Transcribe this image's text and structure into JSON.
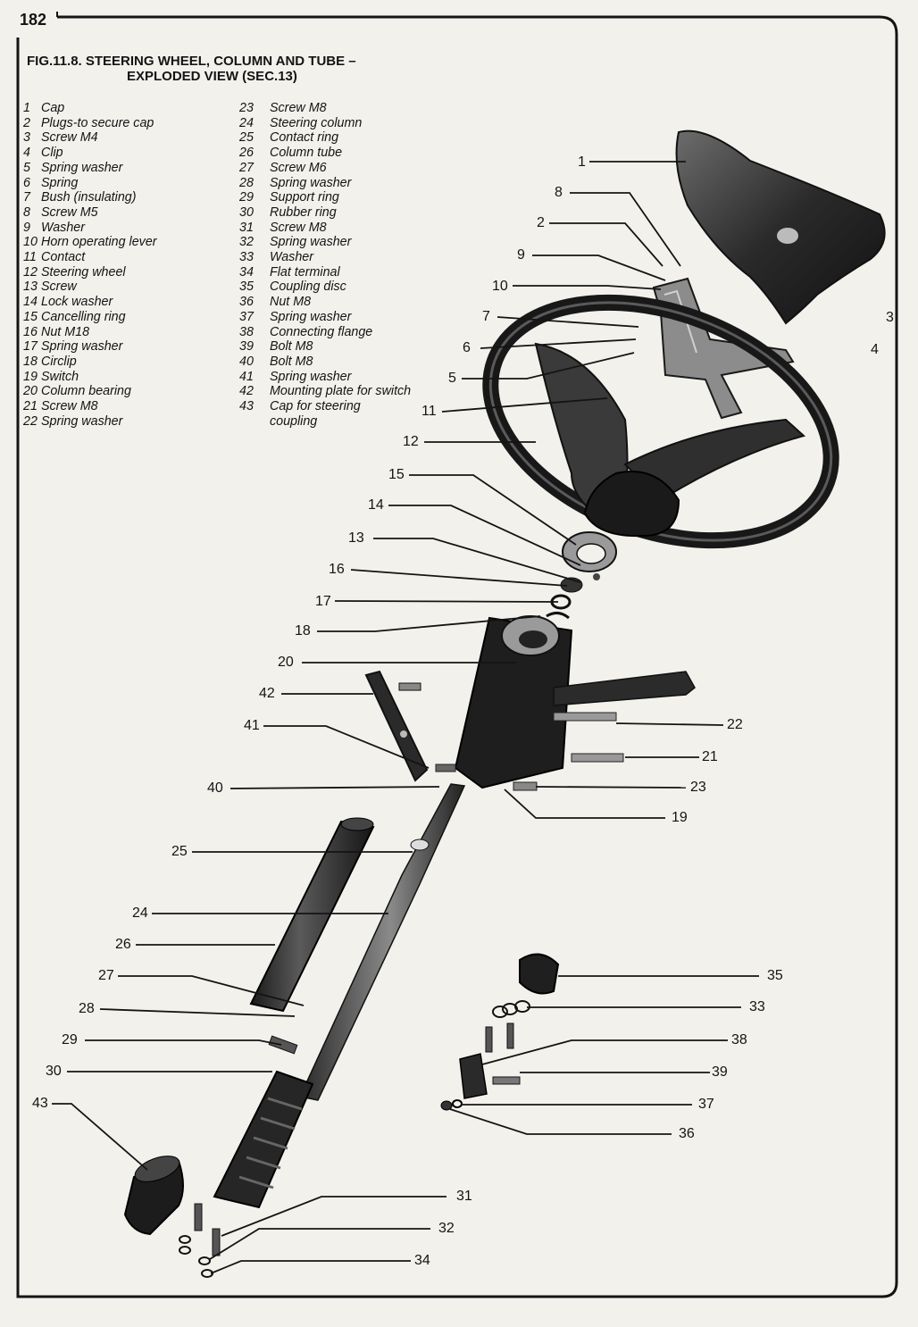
{
  "page_number": "182",
  "figure": {
    "title_line1": "FIG.11.8.  STEERING WHEEL, COLUMN AND TUBE –",
    "title_line2": "EXPLODED VIEW (SEC.13)"
  },
  "legend_left": [
    {
      "num": "1",
      "label": "Cap"
    },
    {
      "num": "2",
      "label": "Plugs-to secure cap"
    },
    {
      "num": "3",
      "label": "Screw M4"
    },
    {
      "num": "4",
      "label": "Clip"
    },
    {
      "num": "5",
      "label": "Spring washer"
    },
    {
      "num": "6",
      "label": "Spring"
    },
    {
      "num": "7",
      "label": "Bush (insulating)"
    },
    {
      "num": "8",
      "label": "Screw M5"
    },
    {
      "num": "9",
      "label": "Washer"
    },
    {
      "num": "10",
      "label": "Horn operating lever"
    },
    {
      "num": "11",
      "label": "Contact"
    },
    {
      "num": "12",
      "label": "Steering wheel"
    },
    {
      "num": "13",
      "label": "Screw"
    },
    {
      "num": "14",
      "label": "Lock washer"
    },
    {
      "num": "15",
      "label": "Cancelling ring"
    },
    {
      "num": "16",
      "label": "Nut M18"
    },
    {
      "num": "17",
      "label": "Spring washer"
    },
    {
      "num": "18",
      "label": "Circlip"
    },
    {
      "num": "19",
      "label": "Switch"
    },
    {
      "num": "20",
      "label": "Column bearing"
    },
    {
      "num": "21",
      "label": "Screw M8"
    },
    {
      "num": "22",
      "label": "Spring washer"
    }
  ],
  "legend_right": [
    {
      "num": "23",
      "label": "Screw M8"
    },
    {
      "num": "24",
      "label": "Steering column"
    },
    {
      "num": "25",
      "label": "Contact ring"
    },
    {
      "num": "26",
      "label": "Column tube"
    },
    {
      "num": "27",
      "label": "Screw M6"
    },
    {
      "num": "28",
      "label": "Spring washer"
    },
    {
      "num": "29",
      "label": "Support ring"
    },
    {
      "num": "30",
      "label": "Rubber ring"
    },
    {
      "num": "31",
      "label": "Screw M8"
    },
    {
      "num": "32",
      "label": "Spring washer"
    },
    {
      "num": "33",
      "label": "Washer"
    },
    {
      "num": "34",
      "label": "Flat terminal"
    },
    {
      "num": "35",
      "label": "Coupling disc"
    },
    {
      "num": "36",
      "label": "Nut M8"
    },
    {
      "num": "37",
      "label": "Spring washer"
    },
    {
      "num": "38",
      "label": "Connecting flange"
    },
    {
      "num": "39",
      "label": "Bolt M8"
    },
    {
      "num": "40",
      "label": "Bolt M8"
    },
    {
      "num": "41",
      "label": "Spring washer"
    },
    {
      "num": "42",
      "label": "Mounting plate for switch"
    },
    {
      "num": "43",
      "label": "Cap for steering",
      "label2": "coupling"
    }
  ],
  "callouts": [
    "1",
    "2",
    "3",
    "4",
    "5",
    "6",
    "7",
    "8",
    "9",
    "10",
    "11",
    "12",
    "13",
    "14",
    "15",
    "16",
    "17",
    "18",
    "19",
    "20",
    "21",
    "22",
    "23",
    "24",
    "25",
    "26",
    "27",
    "28",
    "29",
    "30",
    "31",
    "32",
    "33",
    "34",
    "35",
    "36",
    "37",
    "38",
    "39",
    "40",
    "41",
    "42",
    "43"
  ],
  "colors": {
    "paper": "#f3f1ec",
    "ink": "#141414"
  }
}
